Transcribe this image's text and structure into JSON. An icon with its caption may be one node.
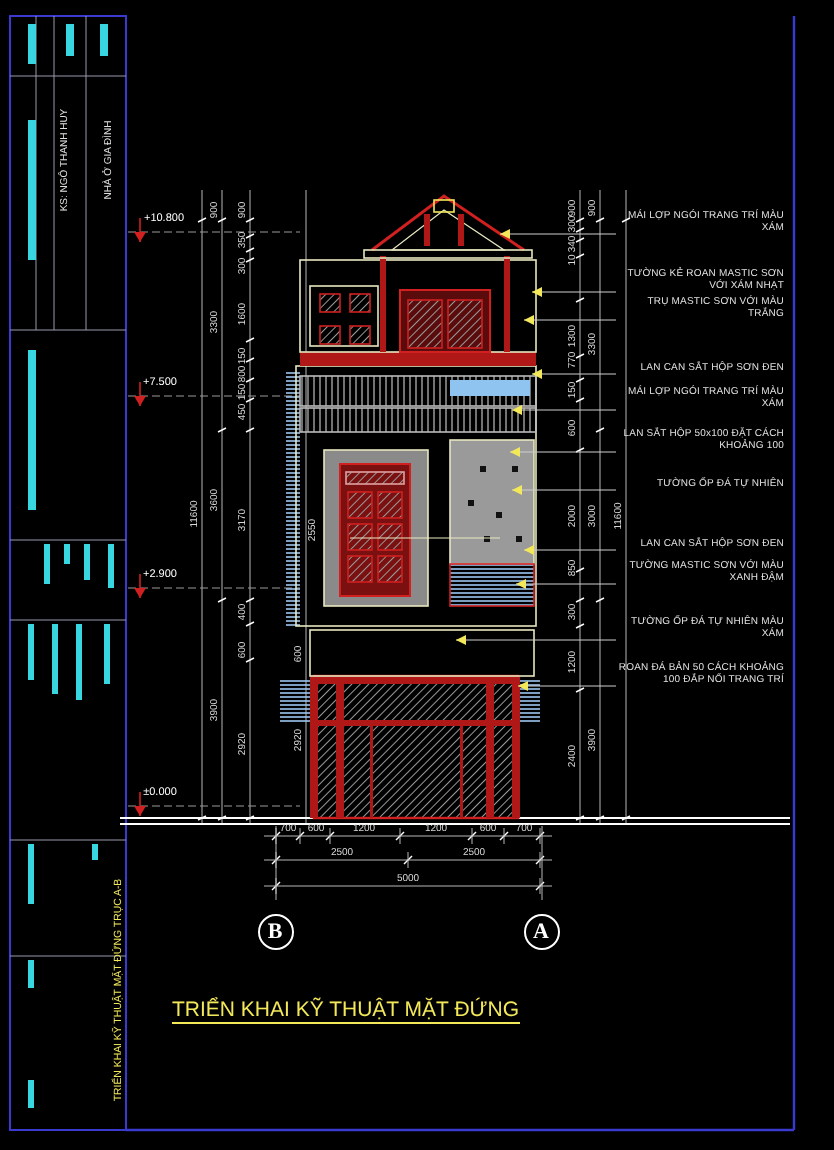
{
  "diagram": {
    "title": "TRIỂN KHAI KỸ THUẬT MẶT ĐỨNG",
    "nodes": [
      {
        "text": [
          "MÁI LỢP NGÓI TRANG TRÍ MÀU XÁM"
        ]
      },
      {
        "text": [
          "TƯỜNG KẺ ROAN MASTIC SƠN VỚI XÁM NHẠT"
        ]
      },
      {
        "text": [
          "TRỤ MASTIC SƠN VỚI MÀU TRẮNG"
        ]
      },
      {
        "text": [
          "LAN CAN SẮT HỘP SƠN ĐEN"
        ]
      },
      {
        "text": [
          "MÁI LỢP NGÓI TRANG TRÍ MÀU XÁM"
        ]
      },
      {
        "text": [
          "LAN SẮT HỘP 50x100 ĐẶT CÁCH KHOẢNG 100"
        ]
      },
      {
        "text": [
          "TƯỜNG ỐP ĐÁ TỰ NHIÊN"
        ]
      },
      {
        "text": [
          "LAN CAN SẮT HỘP SƠN ĐEN"
        ]
      },
      {
        "text": [
          "TƯỜNG MASTIC SƠN VỚI MÀU XANH ĐẬM"
        ]
      },
      {
        "text": [
          "TƯỜNG ỐP ĐÁ TỰ NHIÊN MÀU XÁM"
        ]
      },
      {
        "text": [
          "ROAN ĐÁ BẢN 50 CÁCH KHOẢNG 100 ĐẮP NỔI TRANG TRÍ"
        ]
      },
      {
        "text": [
          "B"
        ]
      },
      {
        "text": [
          "A"
        ]
      }
    ],
    "edges": [
      {
        "from": 0,
        "to": null,
        "arrow": "to"
      },
      {
        "from": 1,
        "to": null,
        "arrow": "to"
      },
      {
        "from": 2,
        "to": null,
        "arrow": "to"
      },
      {
        "from": 3,
        "to": null,
        "arrow": "to"
      },
      {
        "from": 4,
        "to": null,
        "arrow": "to"
      },
      {
        "from": 5,
        "to": null,
        "arrow": "to"
      },
      {
        "from": 6,
        "to": null,
        "arrow": "to"
      },
      {
        "from": 7,
        "to": null,
        "arrow": "to"
      },
      {
        "from": 8,
        "to": null,
        "arrow": "to"
      },
      {
        "from": 9,
        "to": null,
        "arrow": "to"
      },
      {
        "from": 10,
        "to": null,
        "arrow": "to"
      }
    ],
    "labels": [
      "+10.800",
      "+7.500",
      "+2.900",
      "±0.000",
      "11600",
      "900",
      "3300",
      "3600",
      "3900",
      "900",
      "350",
      "300",
      "1600",
      "150",
      "800",
      "150",
      "450",
      "3170",
      "400",
      "600",
      "2920",
      "2550",
      "600",
      "2920",
      "900",
      "300",
      "340",
      "10",
      "1300",
      "770",
      "150",
      "600",
      "2000",
      "850",
      "300",
      "1200",
      "2400",
      "900",
      "3300",
      "3000",
      "3900",
      "11600",
      "700",
      "600",
      "1200",
      "1200",
      "600",
      "700",
      "2500",
      "2500",
      "5000",
      "NHÀ Ở GIA ĐÌNH",
      "KS: NGÔ THANH HUY",
      "TRIỂN KHAI KỸ THUẬT MẶT ĐỨNG TRỤC A-B"
    ]
  }
}
